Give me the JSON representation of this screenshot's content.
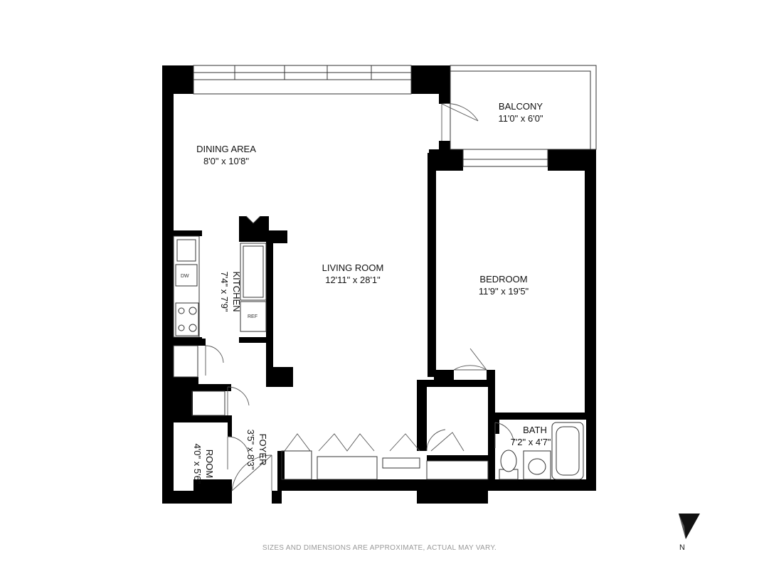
{
  "rooms": {
    "dining": {
      "name": "DINING AREA",
      "dims": "8'0\" x 10'8\""
    },
    "living": {
      "name": "LIVING ROOM",
      "dims": "12'11\" x 28'1\""
    },
    "bedroom": {
      "name": "BEDROOM",
      "dims": "11'9\" x 19'5\""
    },
    "balcony": {
      "name": "BALCONY",
      "dims": "11'0\" x 6'0\""
    },
    "kitchen": {
      "name": "KITCHEN",
      "dims": "7'4\" x 7'9\""
    },
    "foyer": {
      "name": "FOYER",
      "dims": "3'5\" x 8'3\""
    },
    "room": {
      "name": "ROOM",
      "dims": "4'0\" x 5'6\""
    },
    "bath": {
      "name": "BATH",
      "dims": "7'2\" x 4'7\""
    }
  },
  "appliances": {
    "dishwasher": "DW",
    "refrigerator": "REF"
  },
  "footer_note": "SIZES AND DIMENSIONS ARE APPROXIMATE, ACTUAL MAY VARY.",
  "compass": {
    "label": "N",
    "icon": "north-arrow-icon"
  },
  "colors": {
    "wall": "#000000",
    "background": "#ffffff",
    "note": "#999999"
  }
}
